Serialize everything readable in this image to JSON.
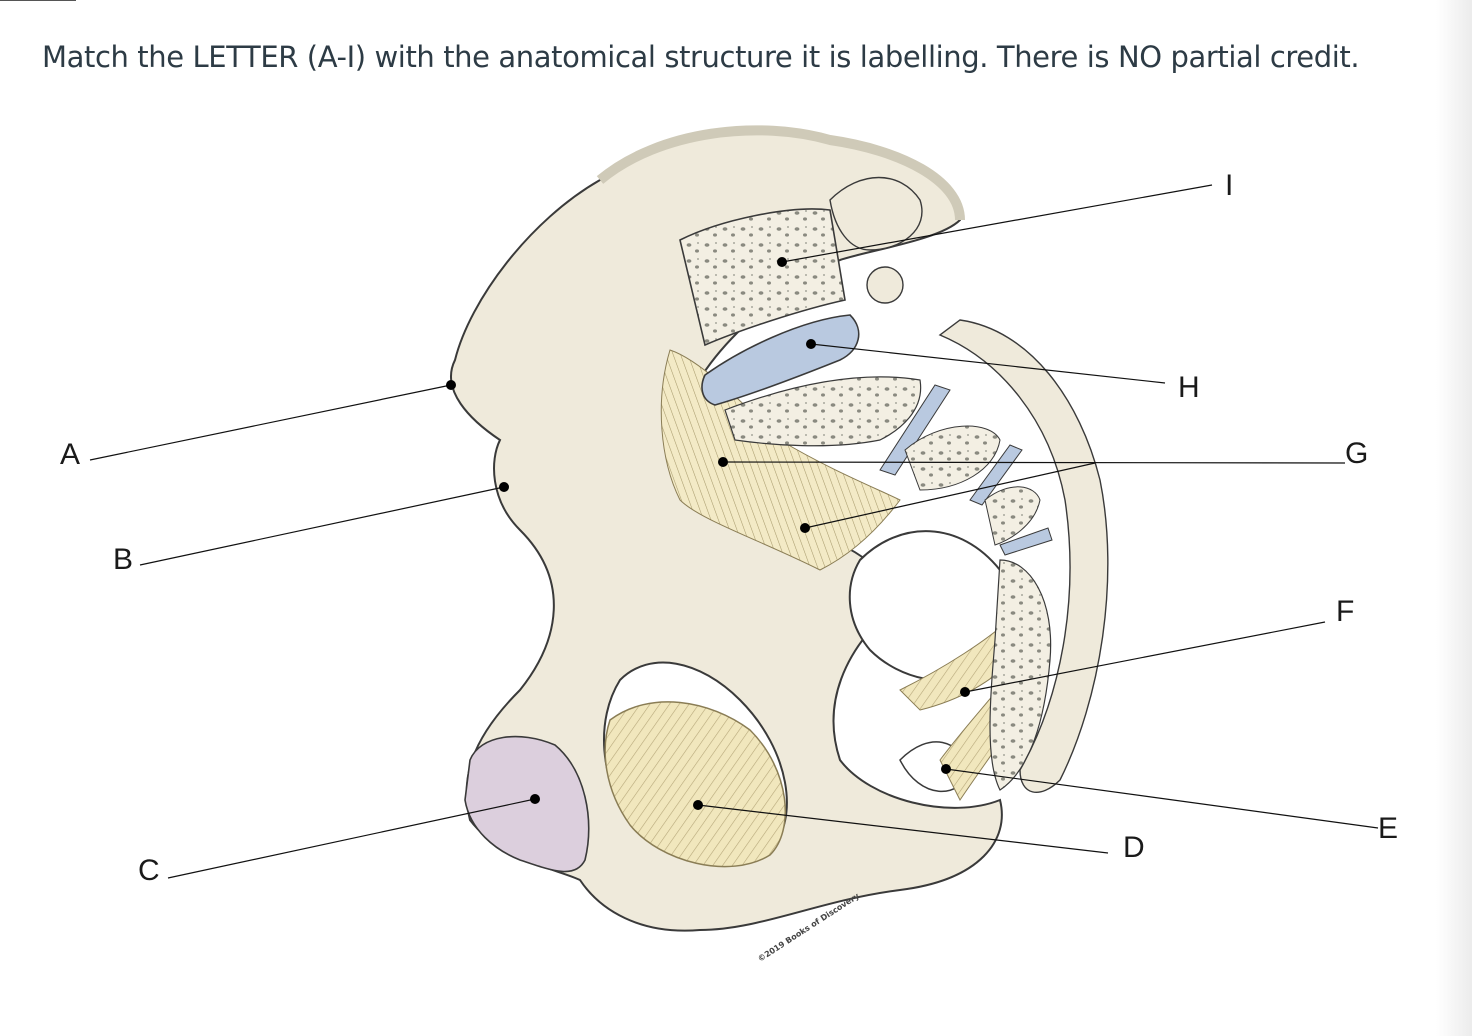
{
  "instruction": "Match the LETTER (A-I) with the anatomical structure it is labelling.  There is NO partial credit.",
  "copyright": "©2019 Books of Discovery",
  "labels": {
    "A": "A",
    "B": "B",
    "C": "C",
    "D": "D",
    "E": "E",
    "F": "F",
    "G": "G",
    "H": "H",
    "I": "I"
  },
  "colors": {
    "bone": "#efeadb",
    "bone_outline": "#3a3a3a",
    "ligament": "#f1e7bd",
    "ligament_shade": "#b7a878",
    "cartilage_blue": "#b9c9e0",
    "articular_pink": "#dccfdd",
    "leader_line": "#111111"
  }
}
